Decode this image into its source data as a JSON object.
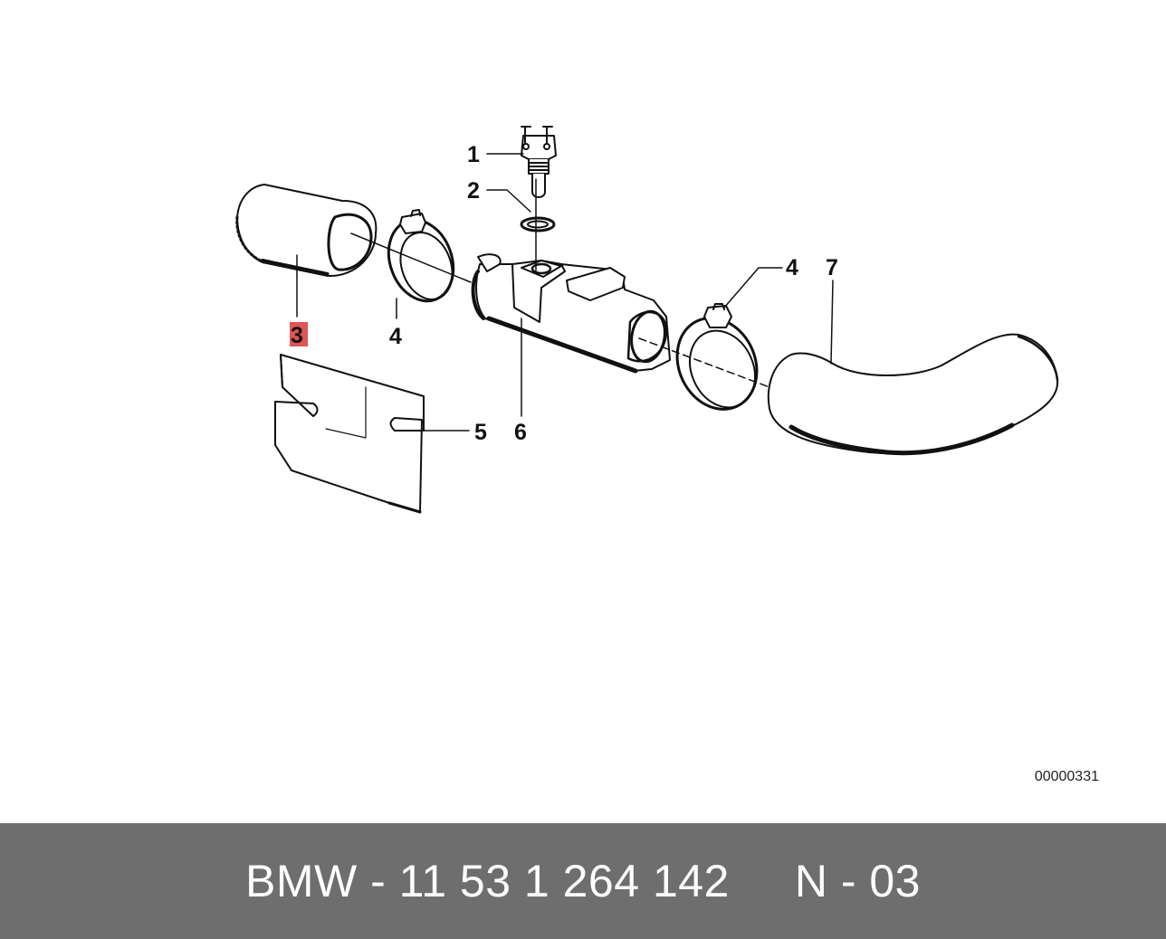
{
  "diagram": {
    "callouts": {
      "c1": "1",
      "c2": "2",
      "c3": "3",
      "c4a": "4",
      "c4b": "4",
      "c5": "5",
      "c6": "6",
      "c7": "7"
    },
    "highlighted_callout": "3",
    "highlight_color": "#e05555",
    "reference_number": "00000331"
  },
  "footer": {
    "text": "BMW - 11 53 1 264 142     N - 03",
    "background_color": "#6e6e6e"
  }
}
